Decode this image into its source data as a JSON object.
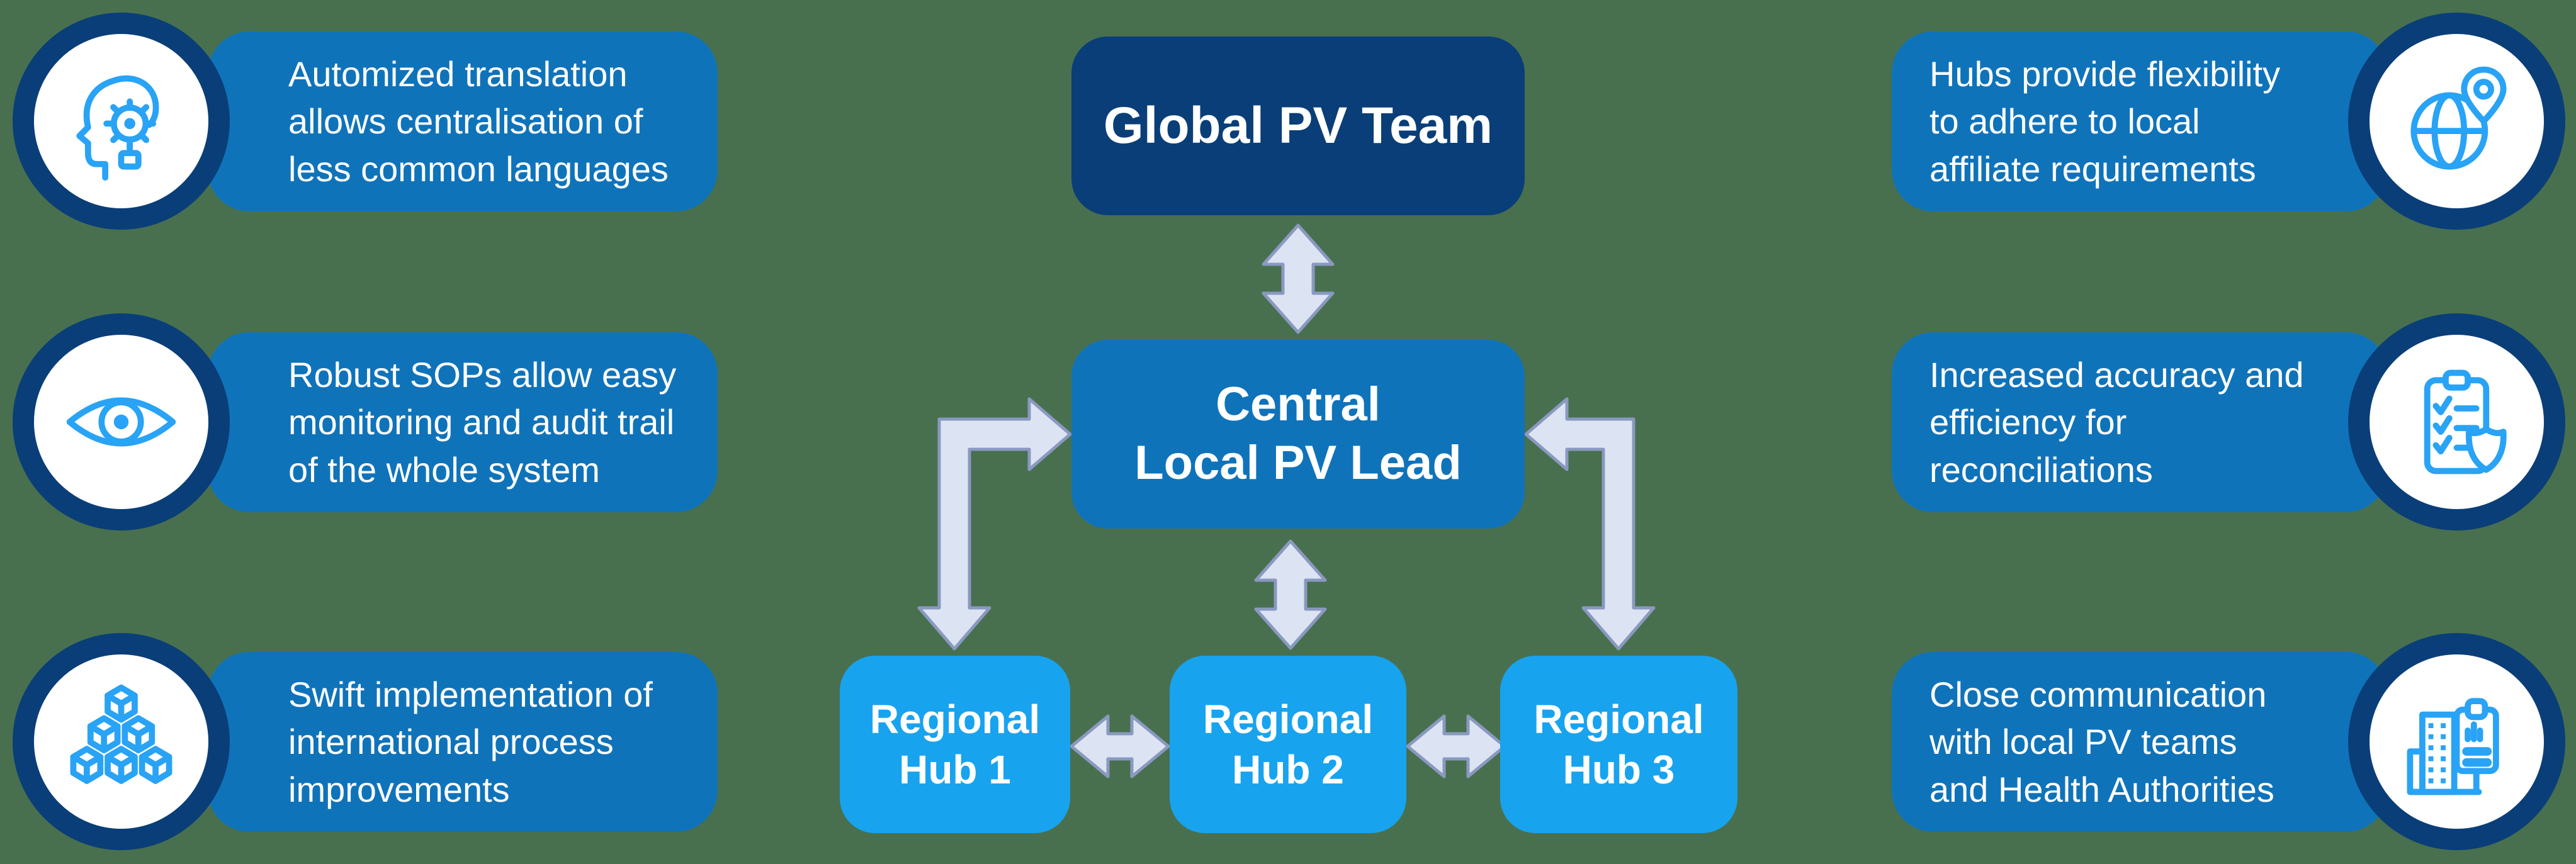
{
  "colors": {
    "background": "#48704F",
    "navy": "#0A3E78",
    "mid_blue": "#0F73BA",
    "hub_blue": "#18A3EF",
    "icon_blue": "#29A3F5",
    "arrow_fill": "#DCE4F3",
    "arrow_stroke": "#8A99C0",
    "text": "#FFFFFF"
  },
  "center": {
    "global_label": "Global PV Team",
    "central_label": "Central\nLocal PV Lead",
    "hub_labels": [
      "Regional\nHub 1",
      "Regional\nHub 2",
      "Regional\nHub 3"
    ]
  },
  "left_callouts": [
    {
      "icon": "head-gear-icon",
      "text": "Automized translation\nallows centralisation of\nless common languages"
    },
    {
      "icon": "eye-icon",
      "text": "Robust SOPs allow easy\nmonitoring and audit trail\nof the whole system"
    },
    {
      "icon": "cubes-icon",
      "text": "Swift implementation of\ninternational process\nimprovements"
    }
  ],
  "right_callouts": [
    {
      "icon": "globe-pin-icon",
      "text": "Hubs provide flexibility\nto adhere to local\naffiliate requirements"
    },
    {
      "icon": "clipboard-shield-icon",
      "text": "Increased accuracy and\nefficiency for\nreconciliations"
    },
    {
      "icon": "building-report-icon",
      "text": "Close communication\nwith local PV teams\nand Health Authorities"
    }
  ]
}
